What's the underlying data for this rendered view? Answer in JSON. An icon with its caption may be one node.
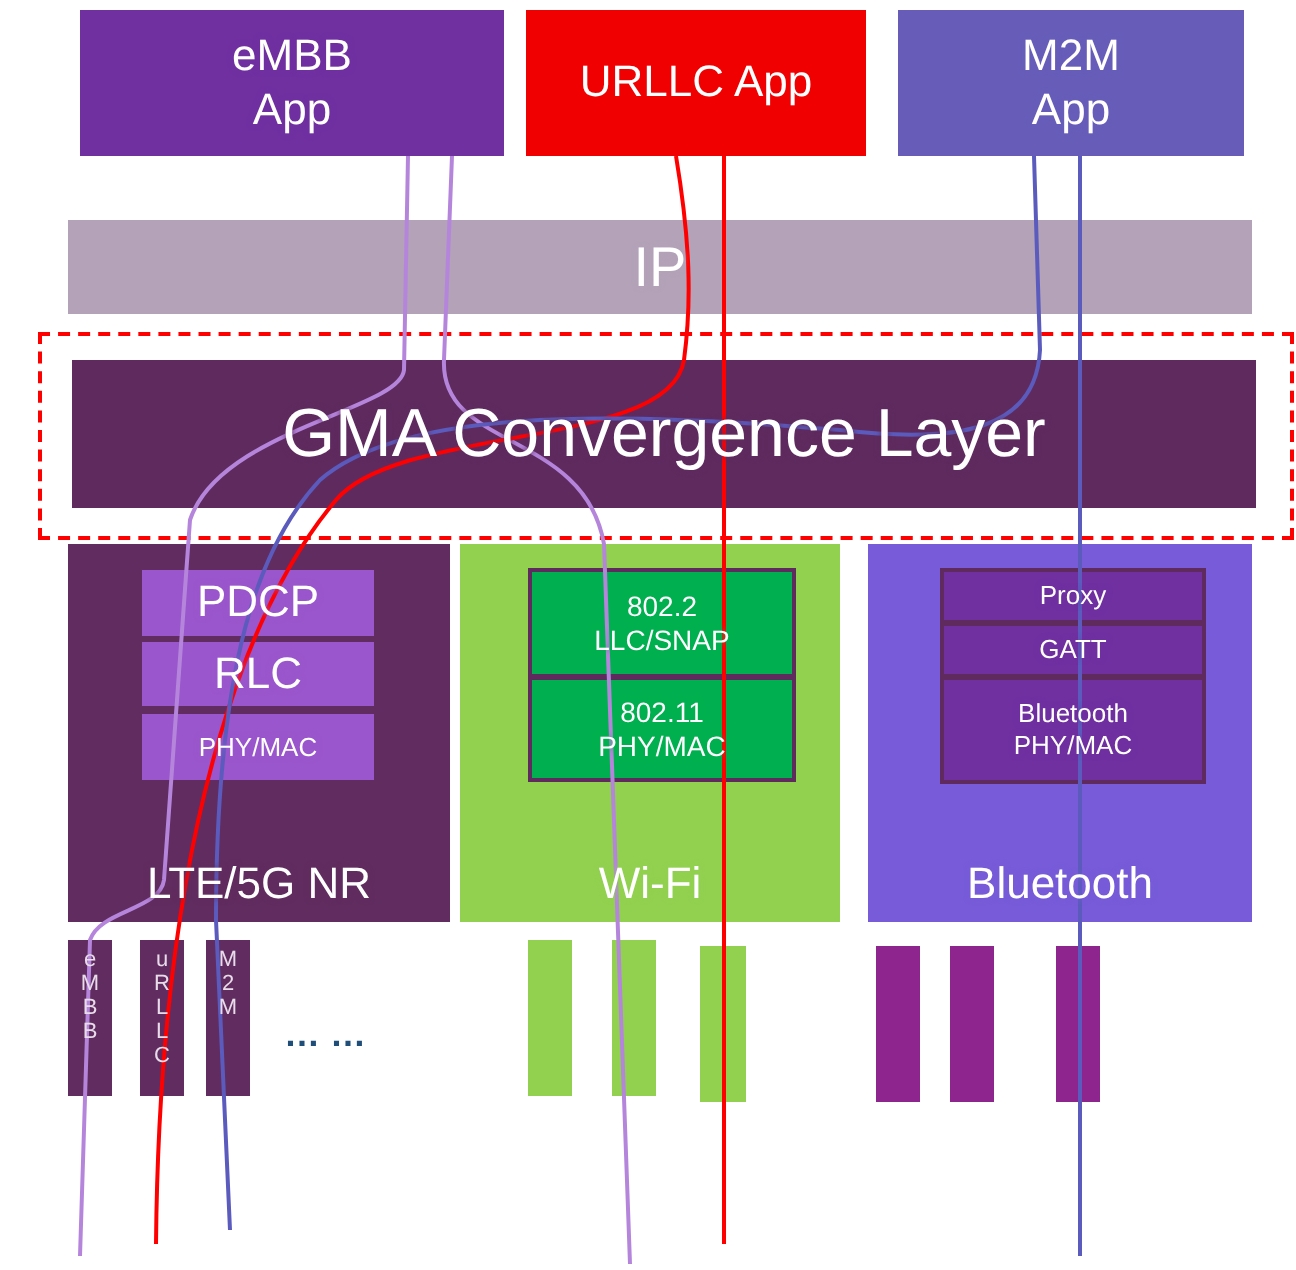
{
  "diagram": {
    "nodes": [
      {
        "text": [
          "eMBB App"
        ]
      },
      {
        "text": [
          "URLLC App"
        ]
      },
      {
        "text": [
          "M2M App"
        ]
      },
      {
        "text": [
          "IP"
        ]
      },
      {
        "text": [],
        "shape": "box"
      },
      {
        "text": [
          "GMA Convergence Layer"
        ],
        "in": 4
      },
      {
        "text": [
          "LTE/5G NR"
        ]
      },
      {
        "text": [
          "PDCP"
        ],
        "in": 6
      },
      {
        "text": [
          "RLC"
        ],
        "in": 6
      },
      {
        "text": [
          "PHY/MAC"
        ],
        "in": 6
      },
      {
        "text": [
          "Wi-Fi"
        ]
      },
      {
        "text": [
          "802.2 LLC/SNAP"
        ],
        "in": 10
      },
      {
        "text": [
          "802.11 PHY/MAC"
        ],
        "in": 10
      },
      {
        "text": [
          "Bluetooth"
        ]
      },
      {
        "text": [
          "Proxy"
        ],
        "in": 13
      },
      {
        "text": [
          "GATT"
        ],
        "in": 13
      },
      {
        "text": [
          "Bluetooth PHY/MAC"
        ],
        "in": 13
      },
      {
        "text": [
          "eMBB"
        ]
      },
      {
        "text": [
          "uRLLC"
        ]
      },
      {
        "text": [
          "M2M"
        ]
      },
      {
        "text": [],
        "shape": "bar"
      },
      {
        "text": [],
        "shape": "bar"
      },
      {
        "text": [],
        "shape": "bar"
      },
      {
        "text": [],
        "shape": "bar"
      },
      {
        "text": [],
        "shape": "bar"
      },
      {
        "text": [],
        "shape": "bar"
      }
    ],
    "edges": [
      {
        "from": 0,
        "to": null,
        "arrow": "none",
        "color": "#b585dc"
      },
      {
        "from": 0,
        "to": null,
        "arrow": "none",
        "color": "#b585dc"
      },
      {
        "from": 1,
        "to": null,
        "arrow": "none",
        "color": "#ff0000"
      },
      {
        "from": 1,
        "to": null,
        "arrow": "none",
        "color": "#ff0000"
      },
      {
        "from": 2,
        "to": null,
        "arrow": "none",
        "color": "#5b5bbd"
      },
      {
        "from": 2,
        "to": null,
        "arrow": "none",
        "color": "#5b5bbd"
      }
    ],
    "labels": [
      "… …"
    ]
  }
}
